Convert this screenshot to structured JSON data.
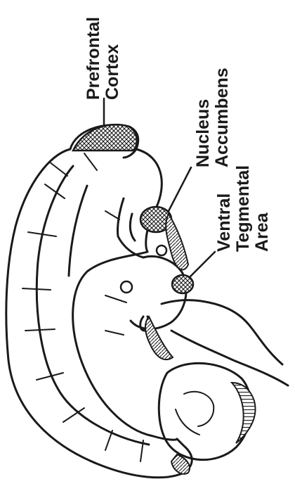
{
  "diagram": {
    "labels": {
      "prefrontal_cortex": {
        "line1": "Prefrontal",
        "line2": "Cortex"
      },
      "nucleus_accumbens": {
        "line1": "Nucleus",
        "line2": "Accumbens"
      },
      "ventral_tegmental_area": {
        "line1": "Ventral",
        "line2": "Tegmental",
        "line3": "Area"
      }
    },
    "colors": {
      "ink": "#1a1a1a",
      "background": "#ffffff"
    }
  }
}
